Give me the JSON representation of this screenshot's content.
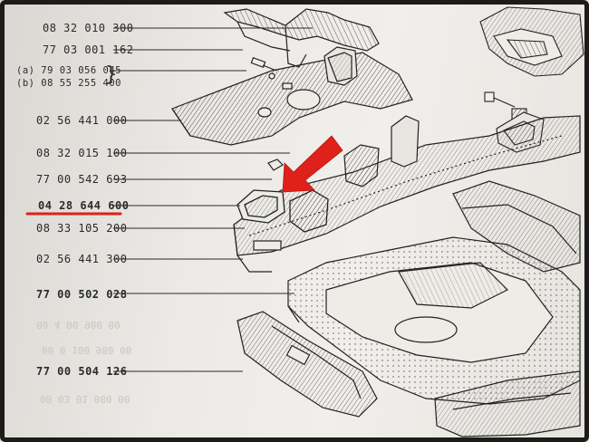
{
  "part_numbers": [
    {
      "id": "pn-1",
      "text": "08 32 010 300"
    },
    {
      "id": "pn-2",
      "text": "77 03 001 162"
    },
    {
      "id": "pn-3a",
      "text": "(a) 79 03 056 045"
    },
    {
      "id": "pn-3b",
      "text": "(b) 08 55 255 400"
    },
    {
      "id": "pn-4",
      "text": "02 56 441 000"
    },
    {
      "id": "pn-5",
      "text": "08 32 015 100"
    },
    {
      "id": "pn-6",
      "text": "77 00 542 693"
    },
    {
      "id": "pn-7",
      "text": "04 28 644 600"
    },
    {
      "id": "pn-8",
      "text": "08 33 105 200"
    },
    {
      "id": "pn-9",
      "text": "02 56 441 300"
    },
    {
      "id": "pn-10",
      "text": "77 00 502 028"
    },
    {
      "id": "pn-11",
      "text": "77 00 504 126"
    }
  ],
  "highlight": {
    "part_number": "04 28 644 600",
    "arrow_color": "#e0201a",
    "underline_color": "#e0201a"
  },
  "colors": {
    "paper": "#eceae6",
    "ink": "#2a2a2a",
    "accent": "#e0201a"
  }
}
